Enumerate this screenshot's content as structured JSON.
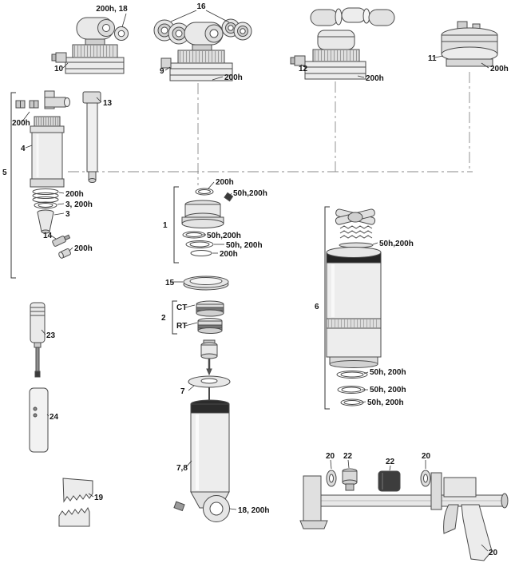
{
  "colors": {
    "background": "#ffffff",
    "outline": "#4a4a4a",
    "label_text": "#151515"
  },
  "callouts": [
    {
      "id": "seal-200h-18",
      "text": "200h, 18"
    },
    {
      "id": "bearings-16",
      "text": "16"
    },
    {
      "id": "part-10",
      "text": "10"
    },
    {
      "id": "part-9",
      "text": "9"
    },
    {
      "id": "part-9-interval",
      "text": "200h"
    },
    {
      "id": "part-12",
      "text": "12"
    },
    {
      "id": "part-12-interval",
      "text": "200h"
    },
    {
      "id": "part-11",
      "text": "11"
    },
    {
      "id": "part-11-interval",
      "text": "200h"
    },
    {
      "id": "left-fittings-interval",
      "text": "200h"
    },
    {
      "id": "part-13",
      "text": "13"
    },
    {
      "id": "part-4",
      "text": "4"
    },
    {
      "id": "group-5",
      "text": "5"
    },
    {
      "id": "seal-stack-interval",
      "text": "200h"
    },
    {
      "id": "part-3-interval",
      "text": "3, 200h"
    },
    {
      "id": "part-3",
      "text": "3"
    },
    {
      "id": "part-14",
      "text": "14"
    },
    {
      "id": "part-14-interval",
      "text": "200h"
    },
    {
      "id": "sealhead-oring-interval",
      "text": "200h"
    },
    {
      "id": "sealhead-plug-interval",
      "text": "50h,200h"
    },
    {
      "id": "group-1",
      "text": "1"
    },
    {
      "id": "glide-ring-a-interval",
      "text": "50h,200h"
    },
    {
      "id": "glide-ring-b-interval",
      "text": "50h, 200h"
    },
    {
      "id": "glide-ring-c-interval",
      "text": "200h"
    },
    {
      "id": "part-15",
      "text": "15"
    },
    {
      "id": "knob-ct",
      "text": "CT"
    },
    {
      "id": "group-2",
      "text": "2"
    },
    {
      "id": "knob-rt",
      "text": "RT"
    },
    {
      "id": "group-6",
      "text": "6"
    },
    {
      "id": "can-disc-interval",
      "text": "50h,200h"
    },
    {
      "id": "part-23",
      "text": "23"
    },
    {
      "id": "part-7",
      "text": "7"
    },
    {
      "id": "can-ring-a-interval",
      "text": "50h, 200h"
    },
    {
      "id": "can-ring-b-interval",
      "text": "50h, 200h"
    },
    {
      "id": "can-ring-c-interval",
      "text": "50h, 200h"
    },
    {
      "id": "part-24",
      "text": "24"
    },
    {
      "id": "part-7-8",
      "text": "7,8"
    },
    {
      "id": "part-20-washer-left",
      "text": "20"
    },
    {
      "id": "part-22-fitting",
      "text": "22"
    },
    {
      "id": "part-22-sleeve",
      "text": "22"
    },
    {
      "id": "part-20-washer-right",
      "text": "20"
    },
    {
      "id": "part-19",
      "text": "19"
    },
    {
      "id": "part-18-interval",
      "text": "18, 200h"
    },
    {
      "id": "part-20-clamp",
      "text": "20"
    }
  ]
}
